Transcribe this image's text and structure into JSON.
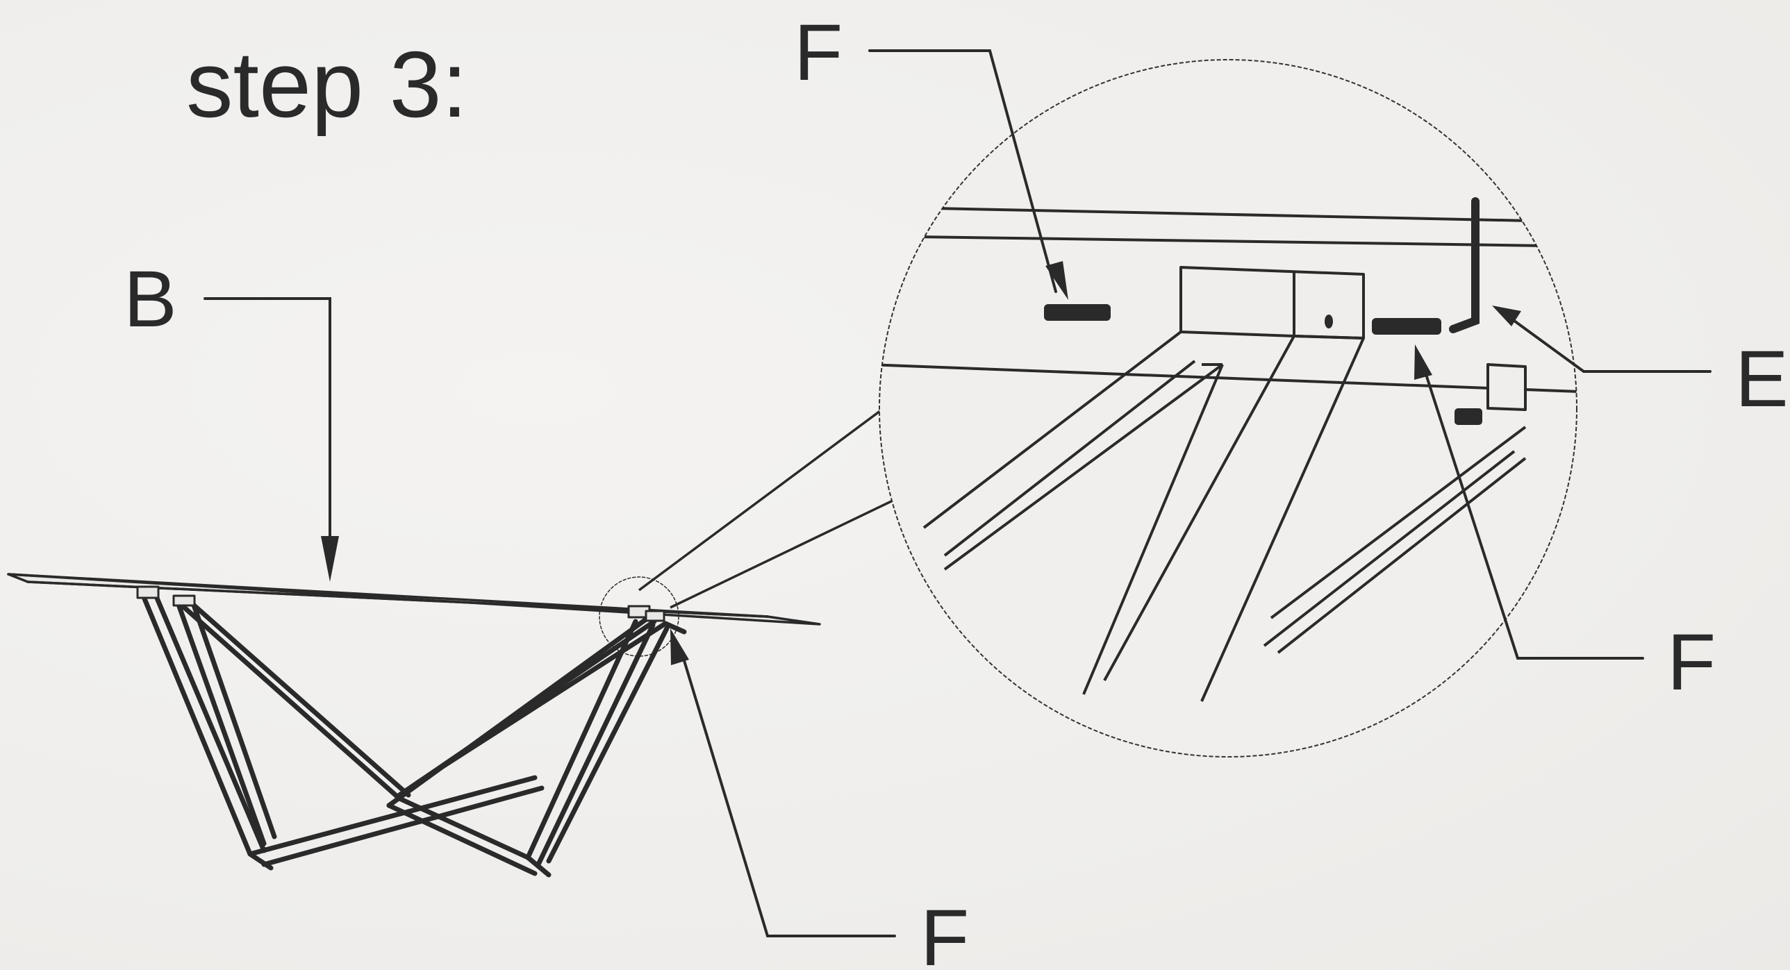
{
  "step": {
    "title": "step 3:"
  },
  "callouts": {
    "b": "B",
    "e": "E",
    "f_top": "F",
    "f_right": "F",
    "f_bottom": "F"
  },
  "colors": {
    "ink": "#2a2a2a",
    "paper": "#f1f0ee"
  }
}
